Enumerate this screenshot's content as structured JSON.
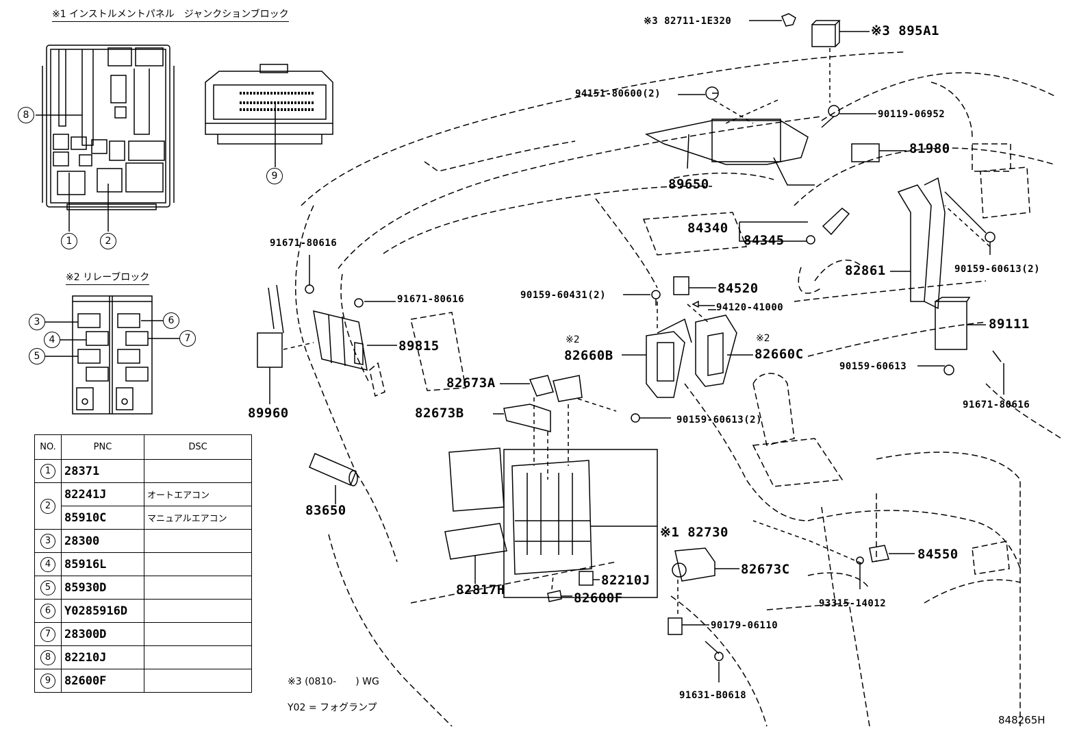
{
  "sections": {
    "junction_block_title": "※1 インストルメントパネル　ジャンクションブロック",
    "relay_block_title": "※2 リレーブロック"
  },
  "callouts": {
    "c1": "1",
    "c2": "2",
    "c3": "3",
    "c4": "4",
    "c5": "5",
    "c6": "6",
    "c7": "7",
    "c8": "8",
    "c9": "9"
  },
  "parts": {
    "p82711": "※3 82711-1E320",
    "p895A1": "※3 895A1",
    "p94151": "94151-80600(2)",
    "p90119": "90119-06952",
    "p81980": "81980",
    "p89650": "89650",
    "p84340": "84340",
    "p84345": "84345",
    "p82861": "82861",
    "p90159_2": "90159-60613(2)",
    "p91671_a": "91671-80616",
    "p91671_b": "91671-80616",
    "p90159_60431": "90159-60431(2)",
    "p84520": "84520",
    "p94120": "94120-41000",
    "p89111": "89111",
    "p89815": "89815",
    "p89960": "89960",
    "mark2a": "※2",
    "p82660B": "82660B",
    "mark2b": "※2",
    "p82660C": "82660C",
    "p82673A": "82673A",
    "p82673B": "82673B",
    "p90159_60613": "90159-60613",
    "p91671_c": "91671-80616",
    "p90159_60613_2": "90159-60613(2)",
    "p83650": "83650",
    "p82730": "※1 82730",
    "p84550": "84550",
    "p82673C": "82673C",
    "p93315": "93315-14012",
    "p82817H": "82817H",
    "p82210J": "82210J",
    "p82600F": "82600F",
    "p90179": "90179-06110",
    "p91631": "91631-B0618"
  },
  "table": {
    "headers": [
      "NO.",
      "PNC",
      "DSC"
    ],
    "rows": [
      {
        "no": "1",
        "pnc": "28371",
        "dsc": ""
      },
      {
        "no": "2",
        "pnc": "82241J",
        "dsc": "オートエアコン"
      },
      {
        "no": "",
        "pnc": "85910C",
        "dsc": "マニュアルエアコン"
      },
      {
        "no": "3",
        "pnc": "28300",
        "dsc": ""
      },
      {
        "no": "4",
        "pnc": "85916L",
        "dsc": ""
      },
      {
        "no": "5",
        "pnc": "85930D",
        "dsc": ""
      },
      {
        "no": "6",
        "pnc": "Y0285916D",
        "dsc": ""
      },
      {
        "no": "7",
        "pnc": "28300D",
        "dsc": ""
      },
      {
        "no": "8",
        "pnc": "82210J",
        "dsc": ""
      },
      {
        "no": "9",
        "pnc": "82600F",
        "dsc": ""
      }
    ]
  },
  "notes": {
    "note3": "※3 (0810-　　) WG",
    "y02": "Y02 = フォグランプ",
    "figure_id": "848265H"
  }
}
